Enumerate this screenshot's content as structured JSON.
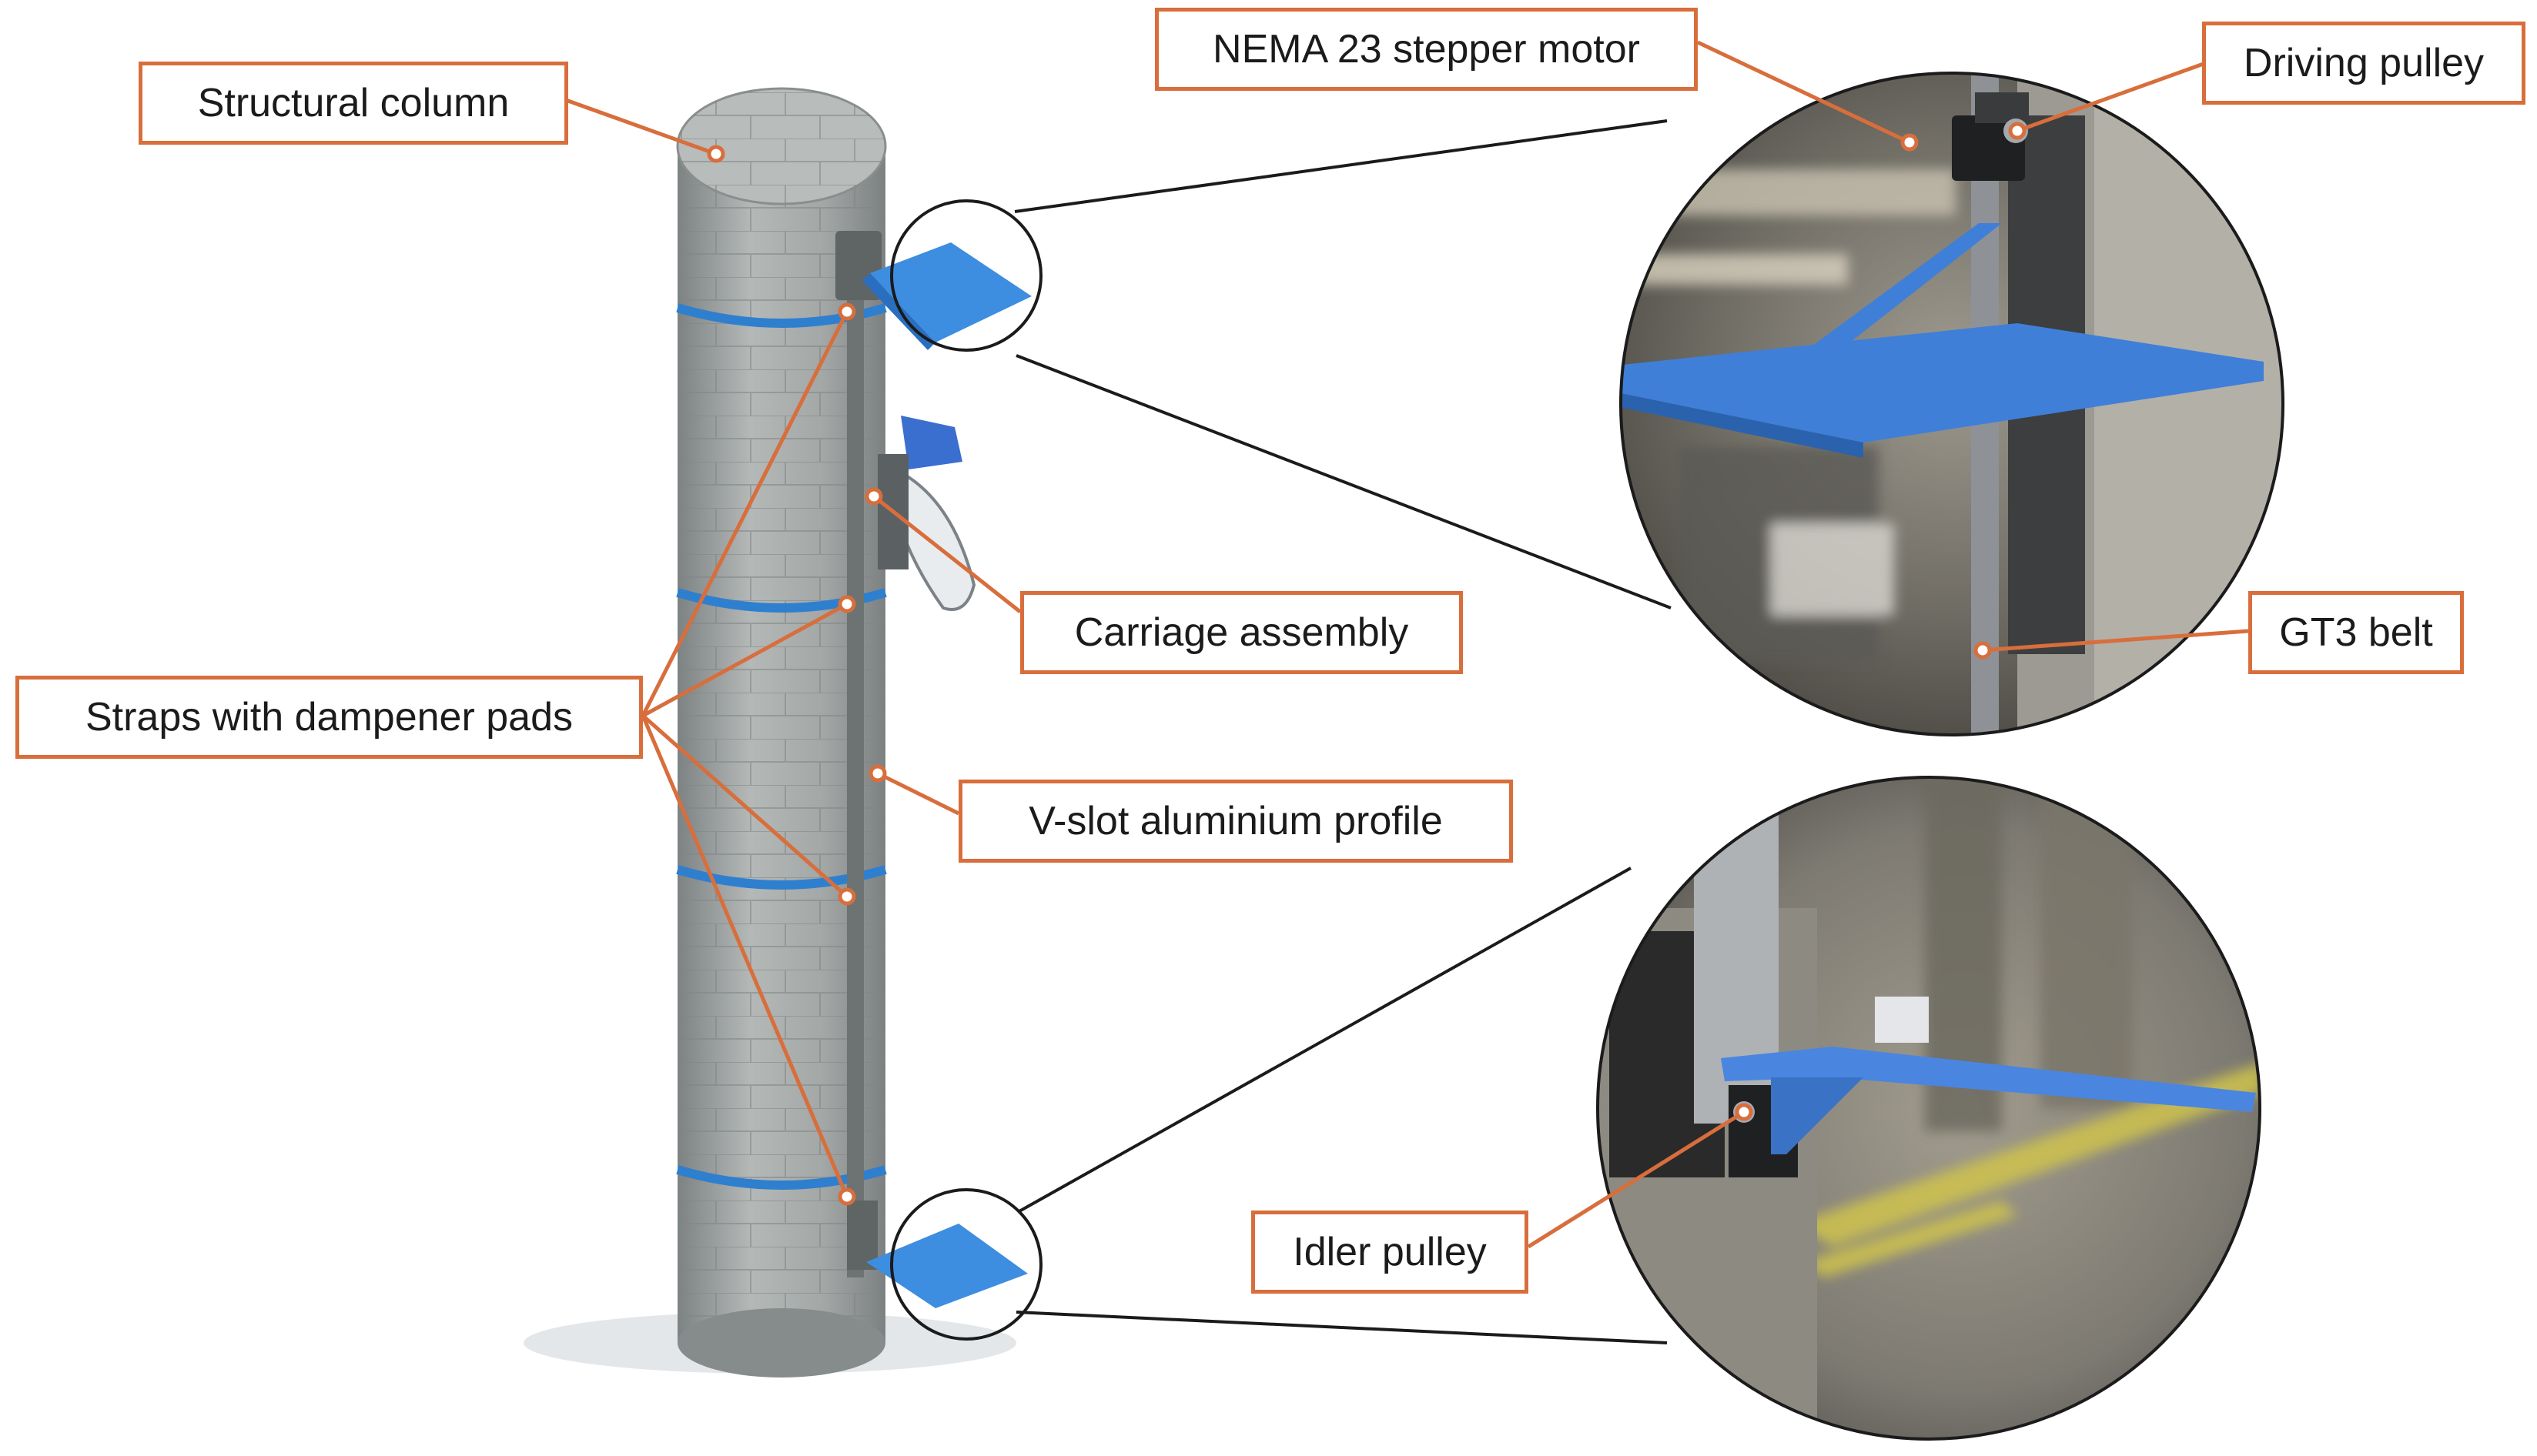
{
  "labels": {
    "structural_column": "Structural column",
    "straps": "Straps with dampener pads",
    "carriage": "Carriage assembly",
    "vslot": "V-slot aluminium profile",
    "nema": "NEMA 23 stepper motor",
    "driving_pulley": "Driving pulley",
    "gt3_belt": "GT3 belt",
    "idler_pulley": "Idler pulley"
  },
  "colors": {
    "callout": "#d86e3c",
    "platform": "#3f7fd8",
    "column": "#a9adac",
    "strap": "#2f7fcf"
  }
}
